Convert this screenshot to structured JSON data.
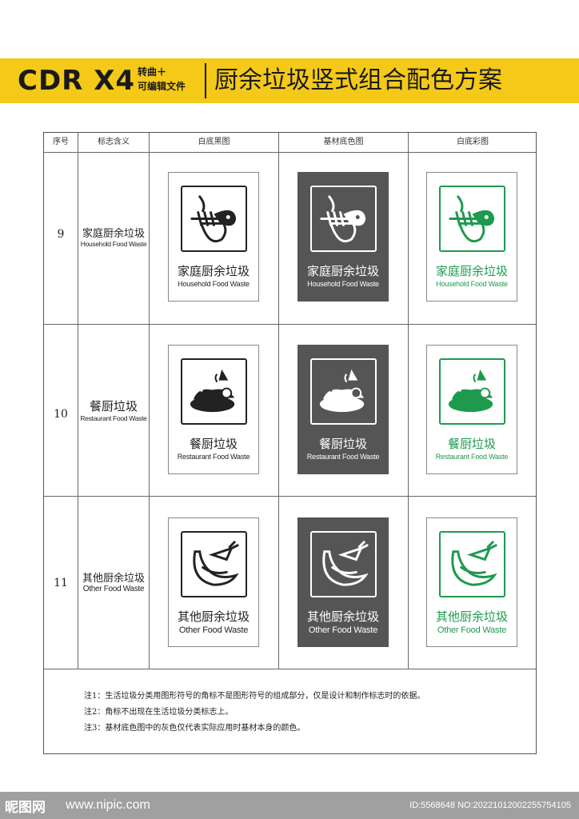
{
  "banner": {
    "main": "CDR X4",
    "sub_line1": "转曲＋",
    "sub_line2": "可编辑文件",
    "title": "厨余垃圾竖式组合配色方案"
  },
  "table": {
    "headers": [
      "序号",
      "标志含义",
      "白底黑图",
      "基材底色图",
      "白底彩图"
    ],
    "rows": [
      {
        "num": "9",
        "zh": "家庭厨余垃圾",
        "en": "Household Food Waste",
        "icon": "fish-bone-apple-core-icon"
      },
      {
        "num": "10",
        "zh": "餐厨垃圾",
        "en": "Restaurant Food Waste",
        "icon": "food-scraps-bowl-icon"
      },
      {
        "num": "11",
        "zh": "其他厨余垃圾",
        "en": "Other Food Waste",
        "icon": "banana-carrot-icon"
      }
    ],
    "notes": [
      "注1：生活垃圾分类用图形符号的角标不是图形符号的组成部分，仅是设计和制作标志时的依据。",
      "注2：角标不出现在生活垃圾分类标志上。",
      "注3：基材底色图中的灰色仅代表实际应用时基材本身的颜色。"
    ]
  },
  "colors": {
    "banner": "#f4c918",
    "black": "#222222",
    "gray": "#555555",
    "green": "#1e9a4e"
  },
  "footer": {
    "logo": "昵图网",
    "site": "www.nipic.com",
    "id": "ID:5568648 NO:20221012002255754105"
  }
}
